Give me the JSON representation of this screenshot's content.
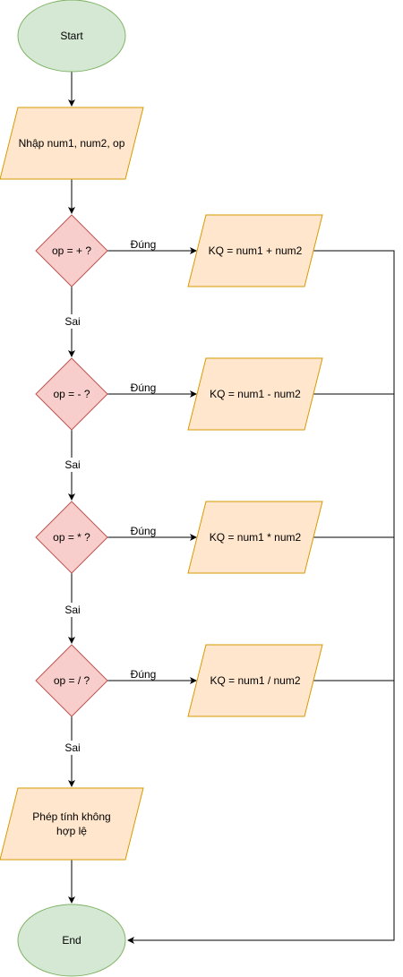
{
  "colors": {
    "terminal_fill": "#d5e8d4",
    "terminal_stroke": "#82b366",
    "io_fill": "#ffe6cc",
    "io_stroke": "#d79b00",
    "decision_fill": "#f8cecc",
    "decision_stroke": "#b85450",
    "connector": "#000000"
  },
  "nodes": {
    "start": "Start",
    "input": "Nhập num1, num2, op",
    "check_add": "op = + ?",
    "check_sub": "op = - ?",
    "check_mul": "op = * ?",
    "check_div": "op = / ?",
    "out_add": "KQ = num1 + num2",
    "out_sub": "KQ = num1 - num2",
    "out_mul": "KQ = num1 * num2",
    "out_div": "KQ = num1 / num2",
    "invalid_line1": "Phép tính không",
    "invalid_line2": "hợp lệ",
    "end": "End"
  },
  "edges": {
    "yes": "Đúng",
    "no": "Sai"
  }
}
